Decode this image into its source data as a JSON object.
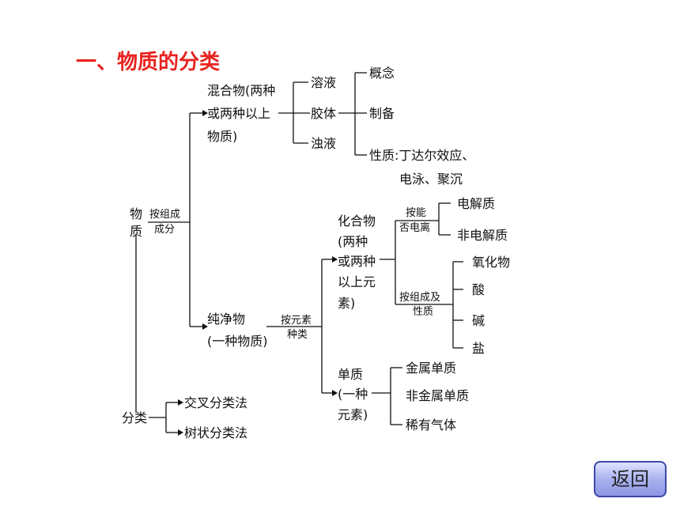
{
  "title": "一、物质的分类",
  "nodes": {
    "wuzhi_1": "物",
    "wuzhi_2": "质",
    "by_composition_1": "按组成",
    "by_composition_2": "成分",
    "mixture_1": "混合物(两种",
    "mixture_2": "或两种以上",
    "mixture_3": "物质)",
    "solution": "溶液",
    "colloid": "胶体",
    "suspension": "浊液",
    "concept": "概念",
    "preparation": "制备",
    "properties_1": "性质:丁达尔效应、",
    "properties_2": "电泳、聚沉",
    "pure_1": "纯净物",
    "pure_2": "(一种物质)",
    "by_element_1": "按元素",
    "by_element_2": "种类",
    "compound_1": "化合物",
    "compound_2": "(两种",
    "compound_3": "或两种",
    "compound_4": "以上元",
    "compound_5": "素)",
    "by_ionize_1": "按能",
    "by_ionize_2": "否电离",
    "electrolyte": "电解质",
    "nonelectrolyte": "非电解质",
    "by_comp_prop_1": "按组成及",
    "by_comp_prop_2": "性质",
    "oxide": "氧化物",
    "acid": "酸",
    "base": "碱",
    "salt": "盐",
    "element_1": "单质",
    "element_2": "(一种",
    "element_3": "元素)",
    "metal": "金属单质",
    "nonmetal": "非金属单质",
    "noble_gas": "稀有气体",
    "classify": "分类",
    "cross": "交叉分类法",
    "tree": "树状分类法"
  },
  "back_button": "返回",
  "colors": {
    "title": "#e8231f",
    "button_border": "#3f47a8"
  }
}
